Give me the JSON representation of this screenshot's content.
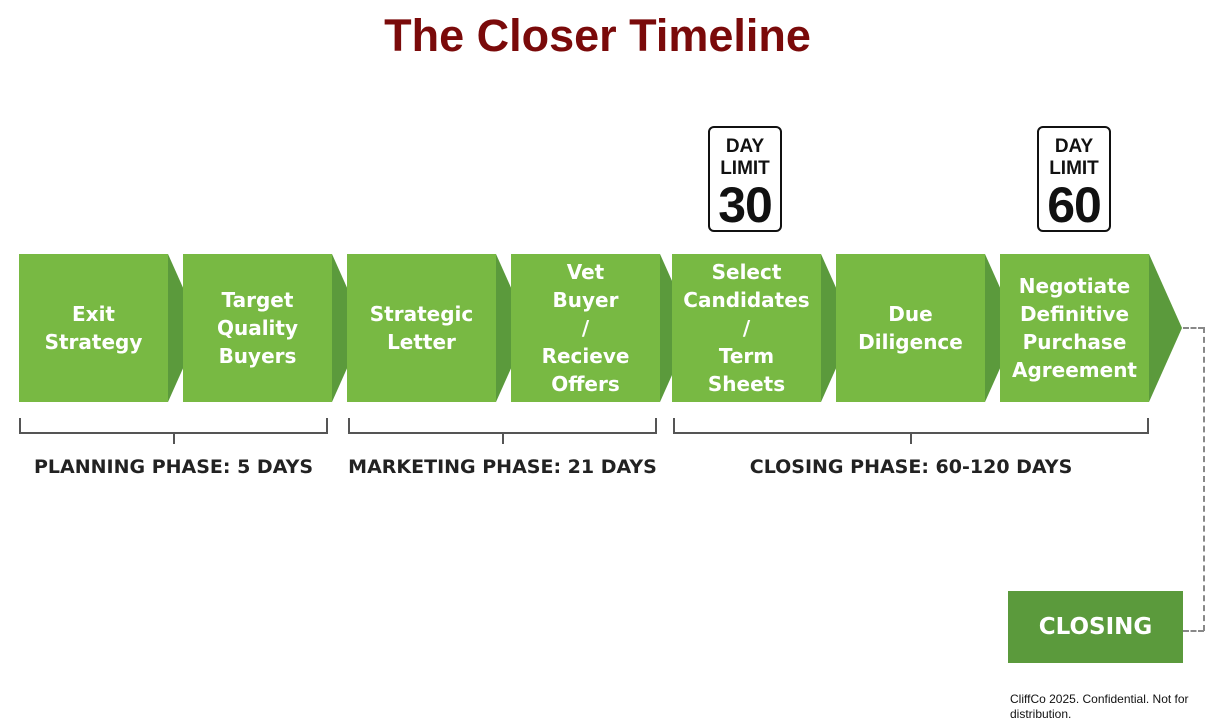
{
  "title": "The Closer Timeline",
  "steps": [
    {
      "label": "Exit\nStrategy"
    },
    {
      "label": "Target\nQuality\nBuyers"
    },
    {
      "label": "Strategic\nLetter"
    },
    {
      "label": "Vet\nBuyer\n/\nRecieve\nOffers"
    },
    {
      "label": "Select\nCandidates\n/\nTerm\nSheets"
    },
    {
      "label": "Due\nDiligence"
    },
    {
      "label": "Negotiate\nDefinitive\nPurchase\nAgreement"
    }
  ],
  "signs": [
    {
      "line1": "DAY",
      "line2": "LIMIT",
      "number": "30"
    },
    {
      "line1": "DAY",
      "line2": "LIMIT",
      "number": "60"
    }
  ],
  "phases": [
    {
      "label": "PLANNING PHASE: 5 DAYS"
    },
    {
      "label": "MARKETING PHASE: 21 DAYS"
    },
    {
      "label": "CLOSING PHASE: 60-120 DAYS"
    }
  ],
  "closing": {
    "label": "CLOSING"
  },
  "footer": "CliffCo 2025. Confidential. Not for distribution.",
  "colors": {
    "step_fill": "#78b943",
    "chevron_fill": "#5b9a3c",
    "title": "#7a0a0a"
  }
}
